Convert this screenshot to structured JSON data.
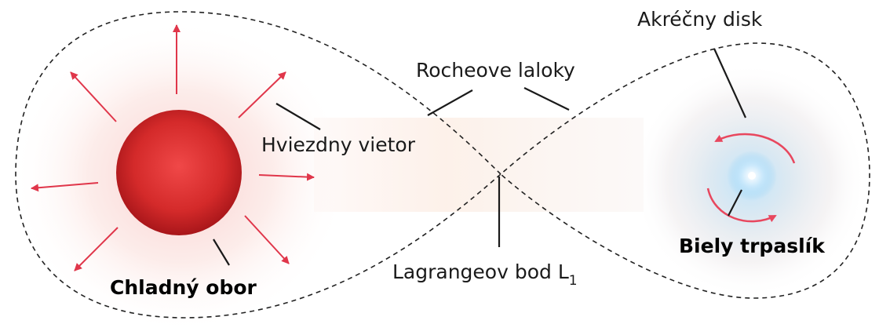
{
  "labels": {
    "roche_lobes": "Rocheove laloky",
    "accretion_disk": "Akréčny disk",
    "stellar_wind": "Hviezdny vietor",
    "lagrange_point": "Lagrangeov bod L",
    "lagrange_subscript": "1",
    "cool_giant": "Chladný obor",
    "white_dwarf": "Biely trpaslík"
  },
  "colors": {
    "giant": "#d42a2a",
    "wind_arrows": "#e0364a",
    "disk_arrows": "#e8475e",
    "white_dwarf_glow": "#8fd0f5",
    "roche_outline": "#222222"
  }
}
